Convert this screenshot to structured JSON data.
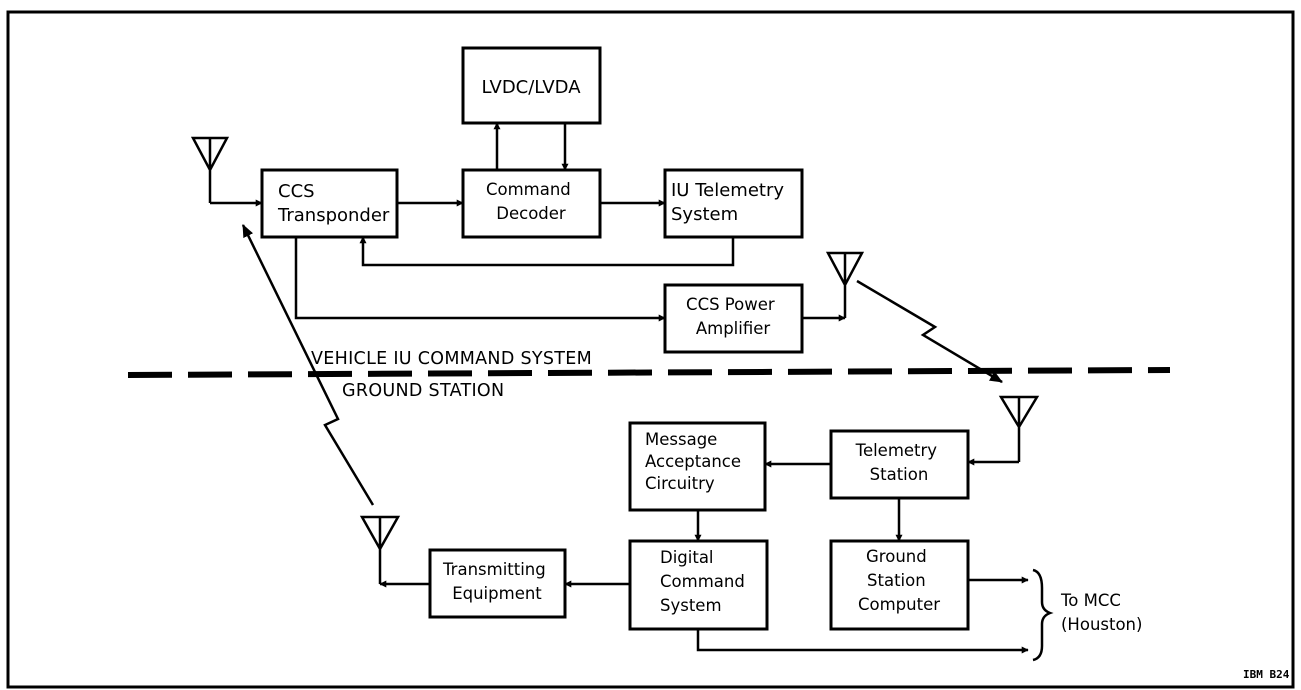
{
  "blocks": {
    "lvdc": [
      "LVDC/LVDA"
    ],
    "transponder": [
      "CCS",
      "Transponder"
    ],
    "decoder": [
      "Command",
      "Decoder"
    ],
    "telemetry_system": [
      "IU Telemetry",
      "System"
    ],
    "power_amp": [
      "CCS Power",
      "Amplifier"
    ],
    "message": [
      "Message",
      "Acceptance",
      "Circuitry"
    ],
    "telemetry_station": [
      "Telemetry",
      "Station"
    ],
    "digital_command": [
      "Digital",
      "Command",
      "System"
    ],
    "ground_computer": [
      "Ground",
      "Station",
      "Computer"
    ],
    "transmitting": [
      "Transmitting",
      "Equipment"
    ]
  },
  "labels": {
    "vehicle": "VEHICLE IU COMMAND SYSTEM",
    "ground": "GROUND STATION",
    "to_mcc": [
      "To MCC",
      "(Houston)"
    ],
    "code": "IBM B24"
  }
}
